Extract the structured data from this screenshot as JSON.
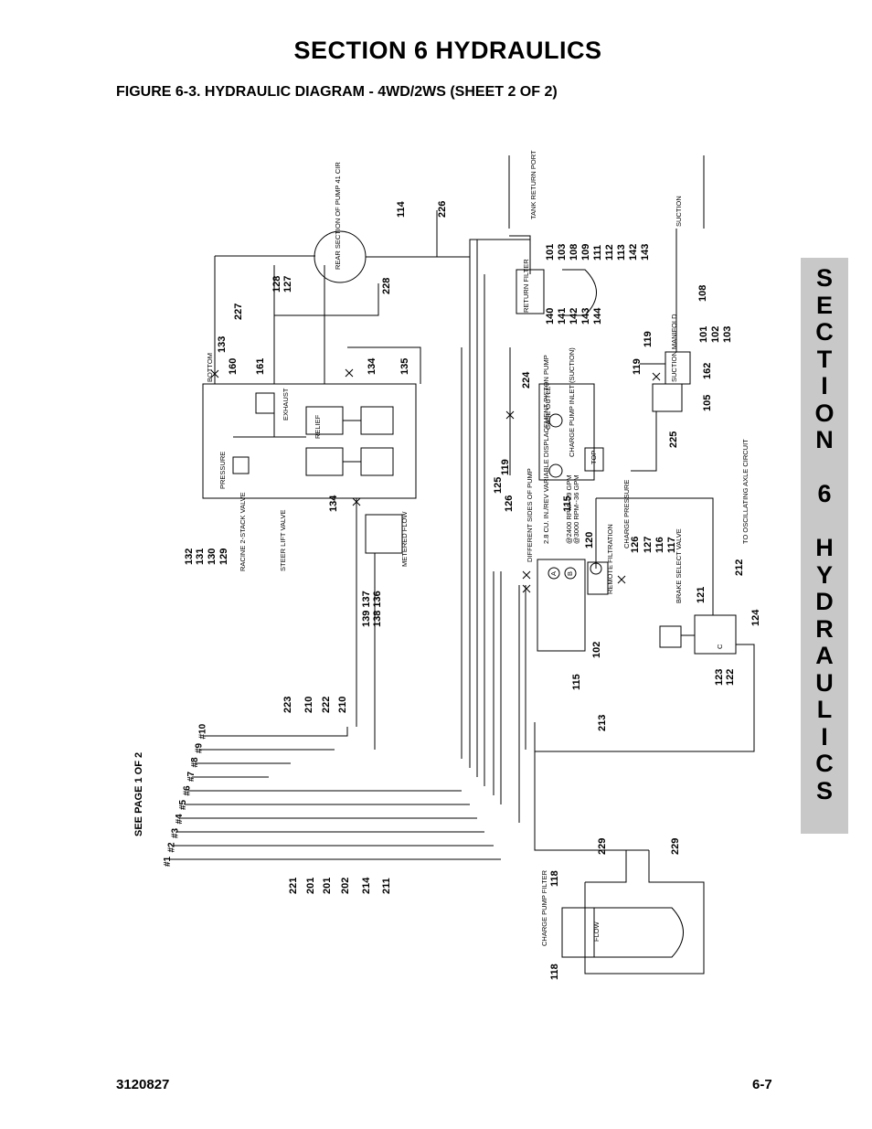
{
  "section_title": "SECTION 6  HYDRAULICS",
  "figure_title": "FIGURE 6-3.    HYDRAULIC DIAGRAM - 4WD/2WS  (SHEET 2 OF 2)",
  "side_tab_letters": [
    "S",
    "E",
    "C",
    "T",
    "I",
    "O",
    "N",
    "",
    "6",
    "",
    "H",
    "Y",
    "D",
    "R",
    "A",
    "U",
    "L",
    "I",
    "C",
    "S"
  ],
  "footer": {
    "doc_number": "3120827",
    "page_number": "6-7"
  },
  "diagram": {
    "see_page": "SEE PAGE 1 OF 2",
    "ports": [
      "#1",
      "#2",
      "#3",
      "#4",
      "#5",
      "#6",
      "#7",
      "#8",
      "#9",
      "#10"
    ],
    "callouts": {
      "c114": "114",
      "c226": "226",
      "c128": "128",
      "c127": "127",
      "c227": "227",
      "c228": "228",
      "c133": "133",
      "c160": "160",
      "c161": "161",
      "c134a": "134",
      "c135": "135",
      "c134b": "134",
      "col_132": "132",
      "col_131": "131",
      "col_130": "130",
      "col_129": "129",
      "c139_137": "139 137",
      "c138_136": "138 136",
      "c223": "223",
      "c210a": "210",
      "c222": "222",
      "c210b": "210",
      "c221": "221",
      "c201a": "201",
      "c201b": "201",
      "c202": "202",
      "c214": "214",
      "c211": "211",
      "c229a": "229",
      "c229b": "229",
      "c118a": "118",
      "c118b": "118",
      "c213": "213",
      "c115a": "115",
      "c102": "102",
      "c115b": "115",
      "c120": "120",
      "c125": "125",
      "c126a": "126",
      "c119a": "119",
      "c224": "224",
      "c225": "225",
      "c119b": "119",
      "c119c": "119",
      "c162": "162",
      "c105": "105",
      "c108": "108",
      "c212": "212",
      "c121": "121",
      "c124": "124",
      "c123": "123",
      "c122": "122",
      "col_126": "126",
      "col_127": "127",
      "col_116": "116",
      "col_117": "117",
      "col_101": "101",
      "col_102": "102",
      "col_103": "103",
      "col_101b": "101",
      "col_103b": "103",
      "col_108": "108",
      "col_109": "109",
      "col_111": "111",
      "col_112": "112",
      "col_113": "113",
      "col_142": "142",
      "col_143": "143",
      "col_140": "140",
      "col_141": "141",
      "col_142b": "142",
      "col_143b": "143",
      "col_144": "144"
    },
    "labels": {
      "racine_valve": "RACINE 2-STACK VALVE",
      "steer_lift_valve": "STEER LIFT VALVE",
      "metered_flow": "METERED FLOW",
      "pump_section": "REAR SECTION OF PUMP 41 CIR",
      "diff_sides": "DIFFERENT SIDES OF PUMP",
      "displacement": "2.8 CU. IN./REV VARIABLE DISPLACEMENT PISTON PUMP",
      "rpm_a": "@2400 RPM--29 GPM",
      "rpm_b": "@3000 RPM--36 GPM",
      "case_outlet": "CASE OUTLET",
      "charge_pump_inlet": "CHARGE PUMP INLET (SUCTION)",
      "top": "TOP",
      "charge_pressure": "CHARGE PRESSURE",
      "remote_filtration": "REMOTE FILTRATION",
      "brake_select": "BRAKE SELECT VALVE",
      "to_oscillating": "TO OSCILLATING AXLE CIRCUIT",
      "charge_pump_filter": "CHARGE PUMP FILTER",
      "flow": "FLOW",
      "tank_return": "TANK RETURN PORT",
      "suction": "SUCTION",
      "return_filter": "RETURN FILTER",
      "suction_manifold": "SUCTION MANIFOLD",
      "bottom": "BOTTOM",
      "pressure": "PRESSURE",
      "exhaust": "EXHAUST",
      "relief": "RELIEF",
      "port_a": "A",
      "port_b": "B",
      "port_c": "C"
    }
  }
}
